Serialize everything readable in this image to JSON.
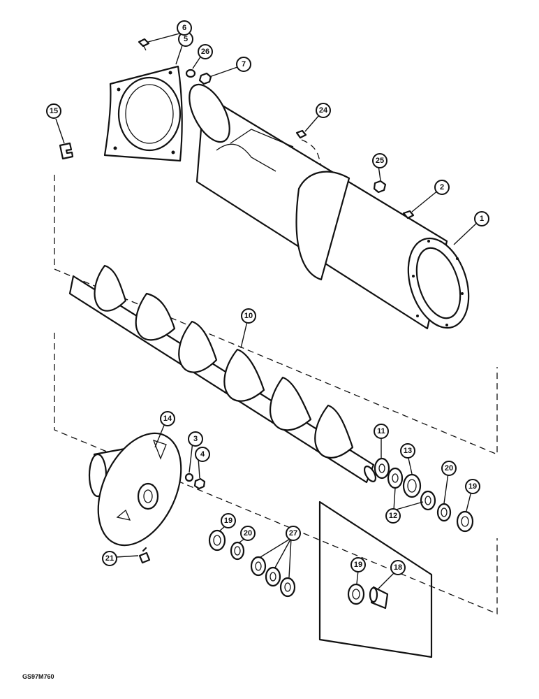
{
  "figure_code": "GS97M760",
  "callouts": [
    "1",
    "2",
    "3",
    "4",
    "5",
    "6",
    "7",
    "10",
    "11",
    "12",
    "13",
    "14",
    "15",
    "18",
    "19",
    "20",
    "21",
    "24",
    "25",
    "26",
    "27"
  ]
}
